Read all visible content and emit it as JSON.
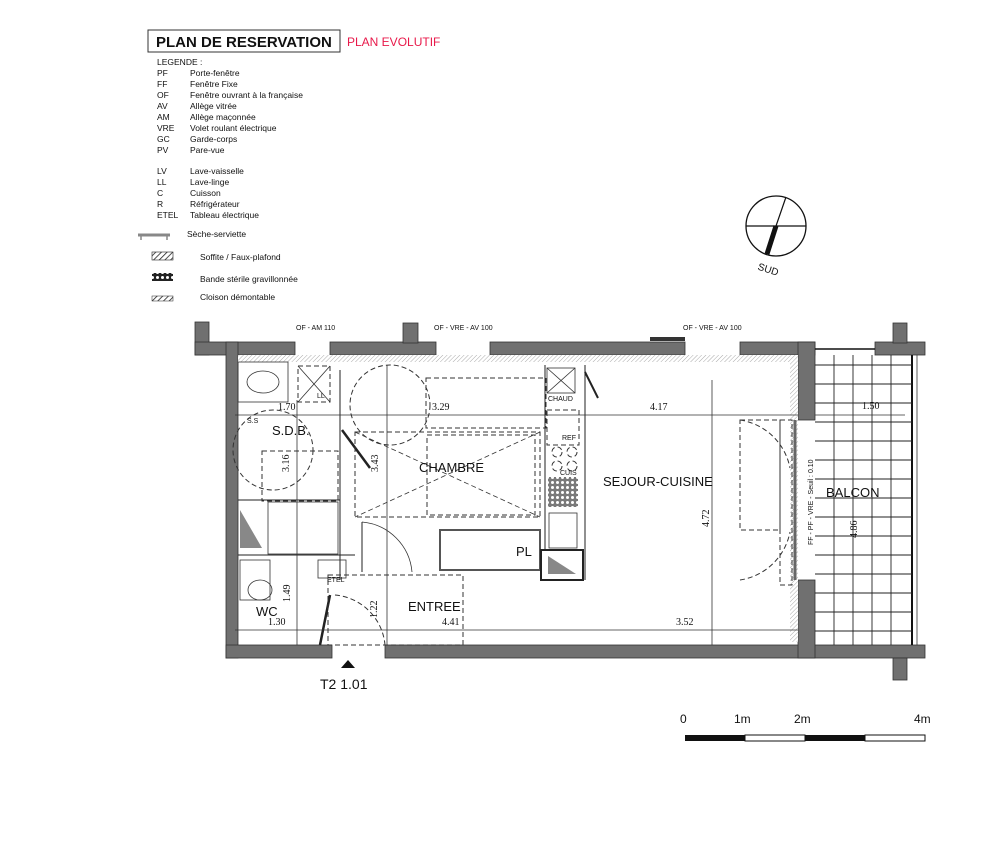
{
  "header": {
    "title": "PLAN DE RESERVATION",
    "subtitle": "PLAN EVOLUTIF",
    "subtitle_color": "#e8194a"
  },
  "legend": {
    "heading": "LEGENDE :",
    "abbreviations": [
      {
        "code": "PF",
        "label": "Porte-fenêtre"
      },
      {
        "code": "FF",
        "label": "Fenêtre Fixe"
      },
      {
        "code": "OF",
        "label": "Fenêtre ouvrant à la française"
      },
      {
        "code": "AV",
        "label": "Allège vitrée"
      },
      {
        "code": "AM",
        "label": "Allège maçonnée"
      },
      {
        "code": "VRE",
        "label": "Volet roulant électrique"
      },
      {
        "code": "GC",
        "label": "Garde-corps"
      },
      {
        "code": "PV",
        "label": "Pare-vue"
      }
    ],
    "equipment": [
      {
        "code": "LV",
        "label": "Lave-vaisselle"
      },
      {
        "code": "LL",
        "label": "Lave-linge"
      },
      {
        "code": "C",
        "label": "Cuisson"
      },
      {
        "code": "R",
        "label": "Réfrigérateur"
      },
      {
        "code": "ETEL",
        "label": "Tableau électrique"
      }
    ],
    "symbols": {
      "towel_dryer": "Sèche-serviette",
      "soffit": "Soffite / Faux-plafond",
      "gravel": "Bande stérile gravillonnée",
      "partition": "Cloison démontable"
    }
  },
  "compass": {
    "label": "SUD"
  },
  "plan": {
    "unit": "T2 1.01",
    "windows": [
      "OF - AM 110",
      "OF - VRE - AV 100",
      "OF - VRE - AV 100"
    ],
    "balcony_door": "FF - PF - VRE - Seuil : 0.10",
    "rooms": {
      "sdb": "S.D.B.",
      "chambre": "CHAMBRE",
      "sejour": "SEJOUR-CUISINE",
      "balcon": "BALCON",
      "pl": "PL",
      "entree": "ENTREE",
      "wc": "WC"
    },
    "equipment_labels": {
      "ll": "LL",
      "ss": "S.S",
      "chaud": "CHAUD",
      "ref": "REF",
      "cuis": "CUIS",
      "etel": "ETEL"
    },
    "dimensions": {
      "sdb_w": "1.70",
      "sdb_h": "3.16",
      "chambre_w": "3.29",
      "chambre_h": "3.43",
      "sejour_w_top": "4.17",
      "sejour_h": "4.72",
      "sejour_w_bottom": "3.52",
      "balcon_w": "1.50",
      "balcon_h": "4.86",
      "wc_h": "1.49",
      "wc_w": "1.30",
      "entree_h": "1.22",
      "entree_w": "4.41"
    }
  },
  "scale_bar": {
    "ticks": [
      "0",
      "1m",
      "2m",
      "4m"
    ]
  }
}
